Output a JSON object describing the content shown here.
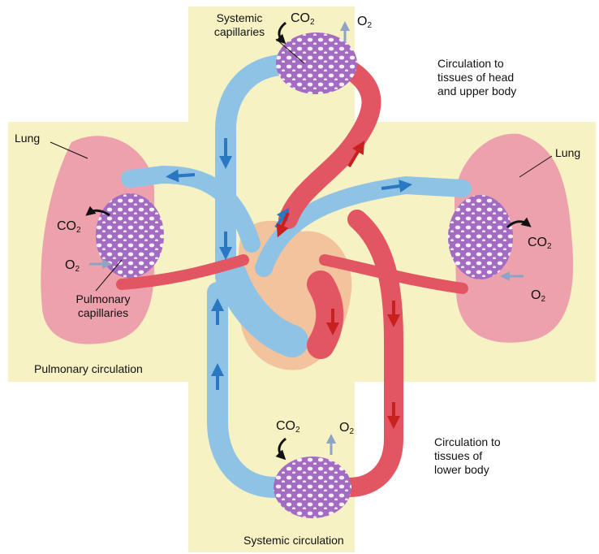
{
  "labels": {
    "systemic_capillaries_line1": "Systemic",
    "systemic_capillaries_line2": "capillaries",
    "co2_top_base": "CO",
    "co2_sub": "2",
    "o2_top_base": "O",
    "o2_sub": "2",
    "circ_head_line1": "Circulation to",
    "circ_head_line2": "tissues of head",
    "circ_head_line3": "and upper body",
    "lung_left": "Lung",
    "lung_right": "Lung",
    "pulmonary_capillaries_line1": "Pulmonary",
    "pulmonary_capillaries_line2": "capillaries",
    "pulmonary_circulation": "Pulmonary circulation",
    "circ_lower_line1": "Circulation to",
    "circ_lower_line2": "tissues of",
    "circ_lower_line3": "lower body",
    "systemic_circulation": "Systemic circulation"
  },
  "colors": {
    "panel": "#f6f2c4",
    "deoxygenated": "#8ec3e6",
    "oxygenated": "#e25562",
    "capillary": "#a46bc2",
    "lung": "#eda1ad",
    "heart": "#f2c39d",
    "arrow_blue": "#2a78c2",
    "arrow_red": "#c81f1f"
  }
}
